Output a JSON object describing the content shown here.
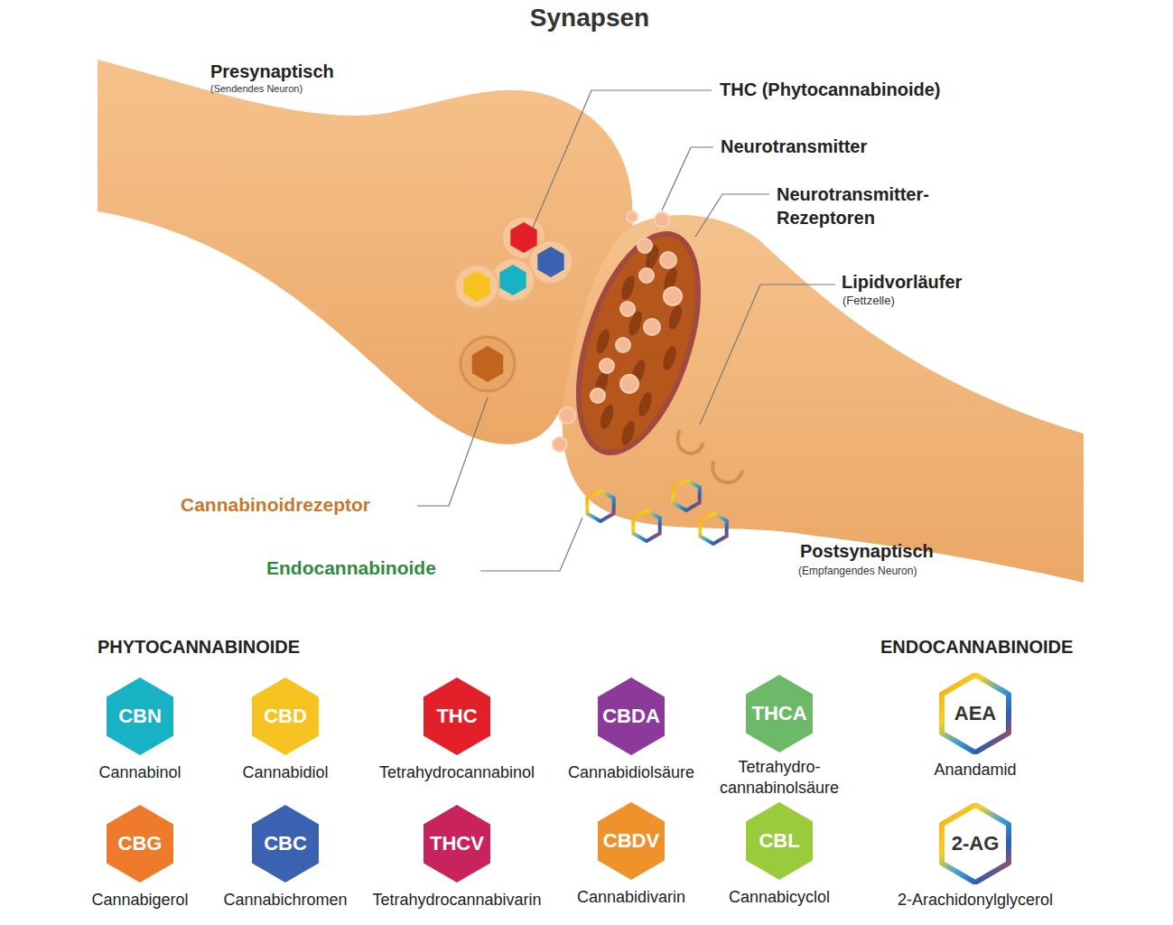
{
  "diagram": {
    "title": "Synapsen",
    "nodes": [
      {
        "text": [
          "CBN",
          "Cannabinol"
        ]
      },
      {
        "text": [
          "CBD",
          "Cannabidiol"
        ]
      },
      {
        "text": [
          "THC",
          "Tetrahydrocannabinol"
        ]
      },
      {
        "text": [
          "CBDA",
          "Cannabidiolsäure"
        ]
      },
      {
        "text": [
          "THCA",
          "Tetrahydro- cannabinolsäure"
        ]
      },
      {
        "text": [
          "AEA",
          "Anandamid"
        ]
      },
      {
        "text": [
          "CBG",
          "Cannabigerol"
        ]
      },
      {
        "text": [
          "CBC",
          "Cannabichromen"
        ]
      },
      {
        "text": [
          "THCV",
          "Tetrahydrocannabivarin"
        ]
      },
      {
        "text": [
          "CBDV",
          "Cannabidivarin"
        ]
      },
      {
        "text": [
          "CBL",
          "Cannabicyclol"
        ]
      },
      {
        "text": [
          "2-AG",
          "2-Arachidonylglycerol"
        ]
      }
    ],
    "labels": [
      "Presynaptisch",
      "(Sendendes Neuron)",
      "THC (Phytocannabinoide)",
      "Neurotransmitter",
      "Neurotransmitter- Rezeptoren",
      "Lipidvorläufer",
      "(Fettzelle)",
      "Cannabinoidrezeptor",
      "Endocannabinoide",
      "Postsynaptisch",
      "(Empfangendes Neuron)",
      "PHYTOCANNABINOIDE",
      "ENDOCANNABINOIDE"
    ]
  }
}
